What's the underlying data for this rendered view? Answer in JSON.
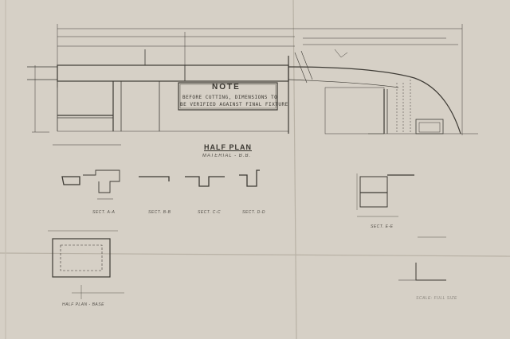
{
  "note": {
    "title": "NOTE",
    "body_line1": "BEFORE CUTTING, DIMENSIONS TO",
    "body_line2": "BE VERIFIED AGAINST FINAL FIXTURE"
  },
  "half_plan": {
    "title": "HALF PLAN",
    "material": "MATERIAL - B.B."
  },
  "sections": {
    "aa": "SECT. A-A",
    "bb": "SECT. B-B",
    "cc": "SECT. C-C",
    "dd": "SECT. D-D",
    "ee": "SECT. E-E"
  },
  "bottom_left_caption": "HALF PLAN - BASE",
  "bottom_right_caption": "SCALE: FULL SIZE",
  "colors": {
    "paper": "#d6d0c6",
    "ink": "#3a3731",
    "fold": "#b9b2a7"
  }
}
